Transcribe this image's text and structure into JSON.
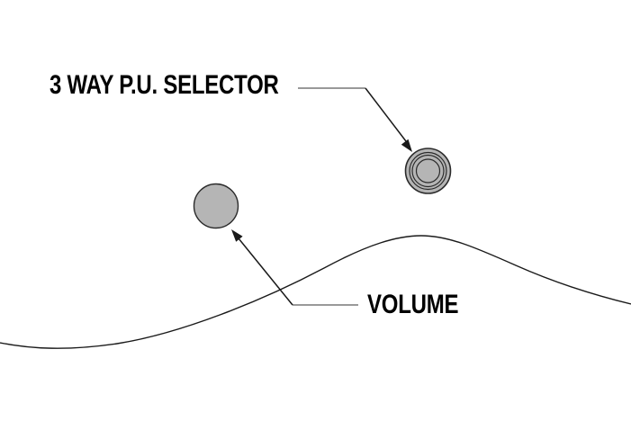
{
  "diagram": {
    "title": "guitar-controls-callout",
    "labels": {
      "selector": "3 WAY P.U. SELECTOR",
      "volume": "VOLUME"
    },
    "colors": {
      "background": "#ffffff",
      "label_text": "#000000",
      "knob_fill": "#b5b5b5",
      "knob_stroke": "#2a2a2a",
      "body_line": "#1a1a1a",
      "leader_gray": "#999999",
      "arrow_black": "#1a1a1a"
    }
  }
}
